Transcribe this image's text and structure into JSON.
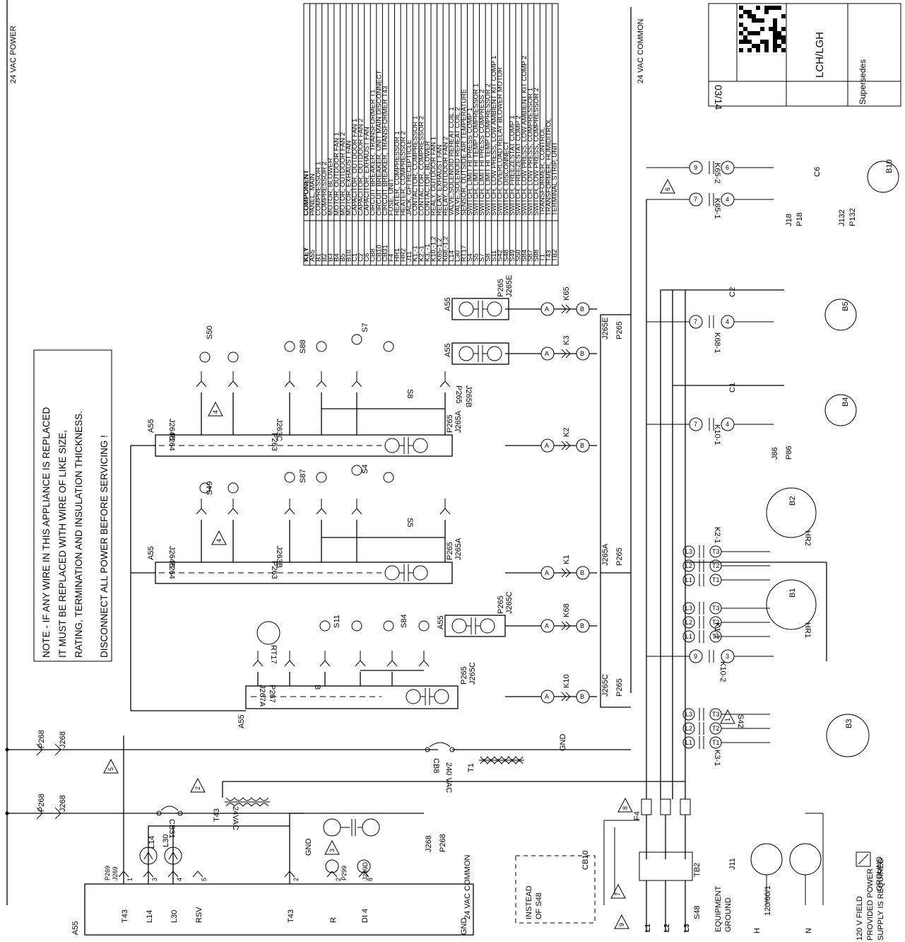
{
  "rails": {
    "power": "24 VAC POWER",
    "common_top": "24 VAC COMMON",
    "common_bottom": "24 VAC COMMON"
  },
  "title_block": {
    "model": "LCH/LGH",
    "date": "03/14",
    "supersedes": "Supersedes"
  },
  "legend": {
    "key_header": "KEY",
    "component_header": "COMPONENT",
    "rows": [
      {
        "key": "A55",
        "component": "PANEL, MAIN"
      },
      {
        "key": "B1",
        "component": "COMPRESSOR 1"
      },
      {
        "key": "B2",
        "component": "COMPRESSOR 2"
      },
      {
        "key": "B3",
        "component": "MOTOR, BLOWER"
      },
      {
        "key": "B4",
        "component": "MOTOR, OUTDOOR FAN 1"
      },
      {
        "key": "B5",
        "component": "MOTOR, OUTDOOR FAN 2"
      },
      {
        "key": "B10",
        "component": "MOTOR, EXHAUST FAN"
      },
      {
        "key": "C1",
        "component": "CAPACITOR, OUTDOOR FAN 1"
      },
      {
        "key": "C2",
        "component": "CAPACITOR, OUTDOOR FAN 2"
      },
      {
        "key": "C6",
        "component": "CAPACITOR, EXHAUST FAN"
      },
      {
        "key": "CB8",
        "component": "CIRCUIT BREAKER, TRANSFORMER T1"
      },
      {
        "key": "CB10",
        "component": "CIRCUIT BREAKER, UNIT MAIN DISCONNECT"
      },
      {
        "key": "CB31",
        "component": "CIRCUIT BREAKER, TRANSFORMER T43"
      },
      {
        "key": "F4",
        "component": "FUSE, UNIT"
      },
      {
        "key": "HR1",
        "component": "HEATER, COMPRESSOR 1"
      },
      {
        "key": "HR2",
        "component": "HEATER, COMPRESSOR 2"
      },
      {
        "key": "J11",
        "component": "JACK, GFI RECEPTICLE"
      },
      {
        "key": "K1,-1",
        "component": "CONTACTOR, COMPRESSOR 1"
      },
      {
        "key": "K2,-1",
        "component": "CONTACTOR, COMPRESSOR 2"
      },
      {
        "key": "K3, -1",
        "component": "CONTACTOR, BLOWER"
      },
      {
        "key": "K10,-1,2",
        "component": "REALY, OUTDOOR FAN 1"
      },
      {
        "key": "K65-1,2",
        "component": "RELAY, EXHAUST FAN"
      },
      {
        "key": "K68,-1,2",
        "component": "RELAY, OUTDOOR FAN 2"
      },
      {
        "key": "L14",
        "component": "VALVE,SOLENOID REHEAT COIL 1"
      },
      {
        "key": "L30",
        "component": "VALVE,SOLENOID REHEAT COIL 2"
      },
      {
        "key": "RT17",
        "component": "SENSOR, OUTSIDE AIR TEMPERATURE"
      },
      {
        "key": "S4",
        "component": "SWITCH, LIMIT HI PRESS COMP 1"
      },
      {
        "key": "S5",
        "component": "SWITCH, LIMIT HI TEMP COMPRESSOR 1"
      },
      {
        "key": "S7",
        "component": "SWITCH, LIMIT HI PRESS COMPRESS 2"
      },
      {
        "key": "S8",
        "component": "SWITCH, LIMIT HI TEMP COMPRESSOR 2"
      },
      {
        "key": "S11",
        "component": "SWITCH, LOW PRESS, LOW AMBIENT KIT COMP 1"
      },
      {
        "key": "S42",
        "component": "SWITCH, OVERLOAD RELAY BLOWER MOTOR"
      },
      {
        "key": "S48",
        "component": "SWITCH, DISCONNECT"
      },
      {
        "key": "S49",
        "component": "SWITCH, FREEZESTAT COMP 1"
      },
      {
        "key": "S50",
        "component": "SWITCH, FREEZESTAT COMP 2"
      },
      {
        "key": "S84",
        "component": "SWITCH, LOW PRESS, LOW AMBIENT KIT COMP 2"
      },
      {
        "key": "S87",
        "component": "SWITCH, LOW PRESS, COMPRESSOR 1"
      },
      {
        "key": "S88",
        "component": "SWITCH, LOW PRESS, COMPRESSOR 2"
      },
      {
        "key": "T1",
        "component": "TRANSFORMER, CONTROL"
      },
      {
        "key": "T43",
        "component": "TRANSFORMER, HUMIDITROL"
      },
      {
        "key": "TB2",
        "component": "TERMINAL STRIP, UNIT"
      }
    ]
  },
  "note": {
    "line1": "NOTE - IF ANY WIRE IN THIS APPLIANCE IS REPLACED",
    "line2": "IT MUST  BE REPLACED WITH WIRE OF LIKE  SIZE,",
    "line3": "RATING, TERMINATION AND INSULATION THICKNESS.",
    "line4": "DISCONNECT ALL POWER BEFORE SERVICING !"
  },
  "a55_panel": {
    "name": "A55",
    "terms": [
      "T43",
      "L14",
      "L30",
      "RSV",
      "T43",
      "R",
      "DI 4"
    ],
    "pins": [
      "1",
      "3",
      "4",
      "5",
      "2",
      "2",
      "8"
    ],
    "conn1": "P269",
    "conn2": "J269",
    "conn3": "P299",
    "conn4": "J299D"
  },
  "labels": {
    "a55": "A55",
    "p268": "P268",
    "j268": "J268",
    "p265": "P265",
    "j265a": "J265A",
    "j265b": "J265B",
    "j265c": "J265C",
    "j265e": "J265E",
    "p264": "P264",
    "j264b": "J264B",
    "p263": "P263",
    "j263b": "J263B",
    "j263c": "J263C",
    "p267": "P267",
    "j267a": "J267A",
    "b": "B",
    "k1": "K1",
    "k2": "K2",
    "k3": "K3",
    "k10": "K10",
    "k65": "K65",
    "k68": "K68",
    "s4": "S4",
    "s5": "S5",
    "s7": "S7",
    "s8": "S8",
    "s11": "S11",
    "s49": "S49",
    "s50": "S50",
    "s84": "S84",
    "s87": "S87",
    "s88": "S88",
    "rt17": "RT17",
    "t1": "T1",
    "t43": "T43",
    "cb8": "CB8",
    "cb31": "CB31",
    "vac240": "240 VAC",
    "vac24": "24VAC",
    "gnd": "GND",
    "l14": "L14",
    "l30": "L30",
    "f4": "F4",
    "tb2": "TB2",
    "s48": "S48",
    "j11": "J11",
    "instead": "INSTEAD",
    "of_s48": "OF S48",
    "cb10": "CB10",
    "l1": "L1",
    "l2": "L2",
    "l3": "L3",
    "equip_ground_1": "EQUIPMENT",
    "equip_ground_2": "GROUND",
    "ground": "GROUND",
    "h": "H",
    "n": "N",
    "v120": "120/60/1",
    "field1": "120 V FIELD",
    "field2": "PROVIDED POWER",
    "field3": "SUPPLY IS REQUIRED",
    "k1_1": "K1-1",
    "k2_1": "K2-1",
    "k3_1": "K3-1",
    "k10_1": "K10-1",
    "k10_2": "K10-2",
    "k65_1": "K65-1",
    "k65_2": "K65-2",
    "k68_1": "K68-1",
    "b1": "B1",
    "b2": "B2",
    "b3": "B3",
    "b4": "B4",
    "b5": "B5",
    "b10": "B10",
    "hr1": "HR1",
    "hr2": "HR2",
    "c1": "C1",
    "c2": "C2",
    "c6": "C6",
    "s42": "S42",
    "j86": "J86",
    "p86": "P86",
    "j18": "J18",
    "p18": "P18",
    "j132": "J132",
    "p132": "P132",
    "l1t": "L1",
    "l2t": "L2",
    "l3t": "L3",
    "t1t": "T1",
    "t2t": "T2",
    "t3t": "T3"
  },
  "flags": [
    "1",
    "2",
    "3",
    "4",
    "4",
    "5",
    "6",
    "7",
    "8",
    "9"
  ]
}
